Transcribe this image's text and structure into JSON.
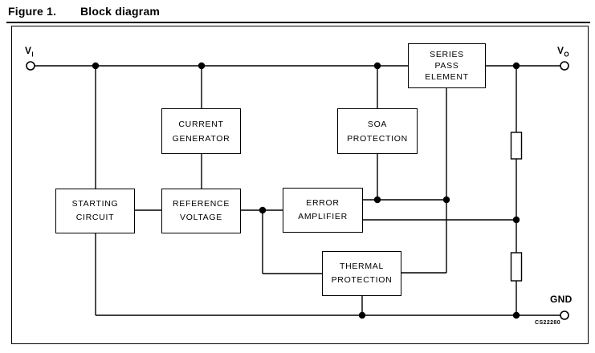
{
  "figure": {
    "label": "Figure 1.",
    "title": "Block diagram",
    "code": "CS22280"
  },
  "terminals": {
    "vin": {
      "symbol": "V",
      "subscript": "I"
    },
    "vout": {
      "symbol": "V",
      "subscript": "O"
    },
    "gnd": {
      "label": "GND"
    }
  },
  "blocks": [
    {
      "id": "series-pass-element",
      "lines": [
        "SERIES",
        "PASS",
        "ELEMENT"
      ]
    },
    {
      "id": "current-generator",
      "lines": [
        "CURRENT",
        "GENERATOR"
      ]
    },
    {
      "id": "soa-protection",
      "lines": [
        "SOA",
        "PROTECTION"
      ]
    },
    {
      "id": "starting-circuit",
      "lines": [
        "STARTING",
        "CIRCUIT"
      ]
    },
    {
      "id": "reference-voltage",
      "lines": [
        "REFERENCE",
        "VOLTAGE"
      ]
    },
    {
      "id": "error-amplifier",
      "lines": [
        "ERROR",
        "AMPLIFIER"
      ]
    },
    {
      "id": "thermal-protection",
      "lines": [
        "THERMAL",
        "PROTECTION"
      ]
    }
  ],
  "colors": {
    "line": "#000000",
    "background": "#ffffff",
    "text": "#000000"
  }
}
